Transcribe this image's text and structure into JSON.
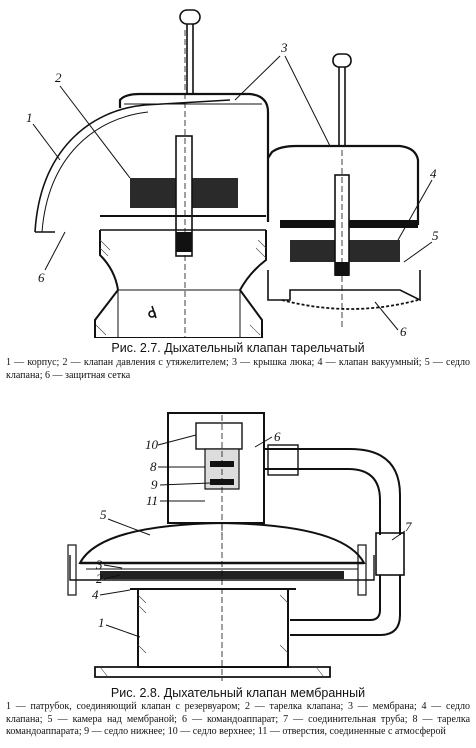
{
  "figure1": {
    "caption": "Рис. 2.7. Дыхательный клапан тарельчатый",
    "callouts": [
      "1",
      "2",
      "3",
      "4",
      "5",
      "6",
      "6"
    ],
    "legend": [
      "1 — корпус;",
      "2 — клапан давления с утяжелителем;",
      "3 — крышка люка;",
      "4 — клапан вакуумный;",
      "5 — седло клапана;",
      "6 — защитная сетка"
    ]
  },
  "figure2": {
    "caption": "Рис. 2.8. Дыхательный клапан мембранный",
    "callouts": [
      "10",
      "6",
      "8",
      "9",
      "11",
      "5",
      "7",
      "3",
      "2",
      "4",
      "1"
    ],
    "legend": [
      "1 — патрубок, соединяющий клапан с резервуаром;",
      "2 — тарелка клапана;",
      "3 — мембрана;",
      "4 — седло клапана;",
      "5 — камера над мембраной;",
      "6 — командоаппарат;",
      "7 — соединительная труба;",
      "8 — тарелка командоаппарата;",
      "9 — седло нижнее;",
      "10 — седло верхнее;",
      "11 — отверстия, соединенные с атмосферой"
    ]
  },
  "colors": {
    "ink": "#111111",
    "paper": "#ffffff",
    "hatch": "#444444"
  }
}
